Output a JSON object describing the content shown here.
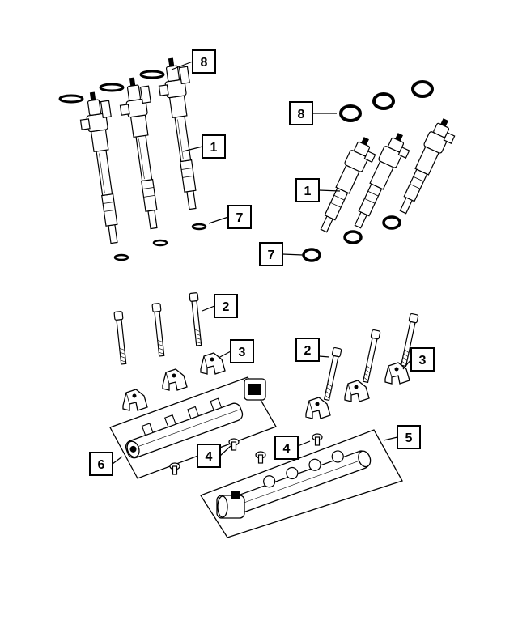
{
  "diagram": {
    "callouts": [
      {
        "id": "c8a",
        "label": "8"
      },
      {
        "id": "c1a",
        "label": "1"
      },
      {
        "id": "c7a",
        "label": "7"
      },
      {
        "id": "c8b",
        "label": "8"
      },
      {
        "id": "c1b",
        "label": "1"
      },
      {
        "id": "c7b",
        "label": "7"
      },
      {
        "id": "c2a",
        "label": "2"
      },
      {
        "id": "c3a",
        "label": "3"
      },
      {
        "id": "c2b",
        "label": "2"
      },
      {
        "id": "c3b",
        "label": "3"
      },
      {
        "id": "c5",
        "label": "5"
      },
      {
        "id": "c4b",
        "label": "4"
      },
      {
        "id": "c6",
        "label": "6"
      },
      {
        "id": "c4a",
        "label": "4"
      }
    ]
  },
  "colors": {
    "line": "#000000",
    "background": "#ffffff",
    "callout_fill": "#ffffff"
  }
}
